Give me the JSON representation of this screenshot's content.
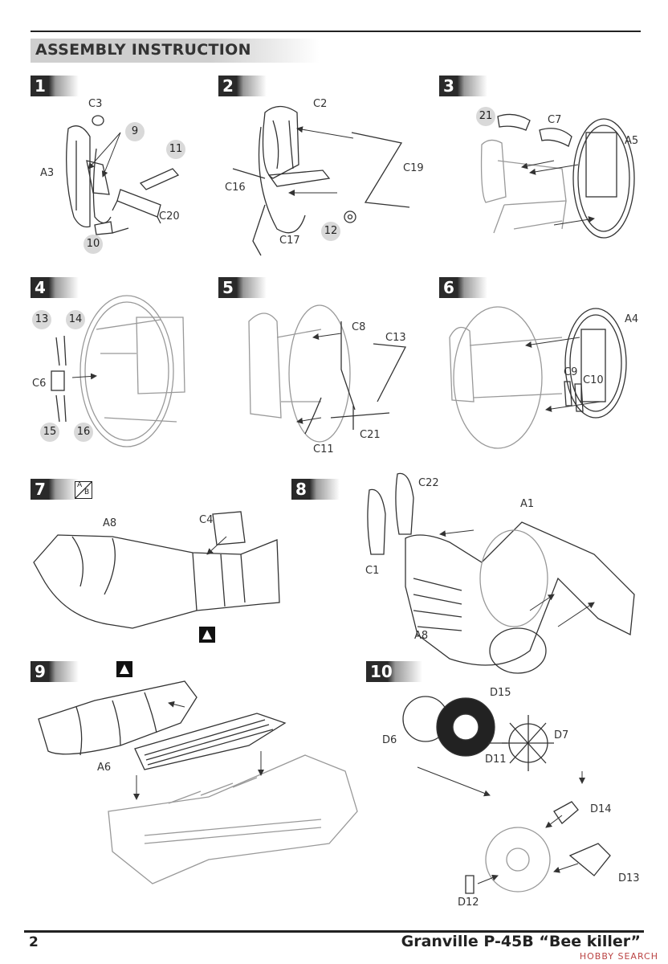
{
  "header": {
    "title": "ASSEMBLY INSTRUCTION"
  },
  "steps": [
    {
      "num": "1"
    },
    {
      "num": "2"
    },
    {
      "num": "3"
    },
    {
      "num": "4"
    },
    {
      "num": "5"
    },
    {
      "num": "6"
    },
    {
      "num": "7"
    },
    {
      "num": "8"
    },
    {
      "num": "9"
    },
    {
      "num": "10"
    }
  ],
  "labels": {
    "s1": {
      "c3": "C3",
      "a3": "A3",
      "c20": "C20",
      "n9": "9",
      "n11": "11",
      "n10": "10"
    },
    "s2": {
      "c2": "C2",
      "c16": "C16",
      "c17": "C17",
      "c19": "C19",
      "n12": "12"
    },
    "s3": {
      "n21": "21",
      "c7": "C7",
      "a5": "A5"
    },
    "s4": {
      "n13": "13",
      "n14": "14",
      "c6": "C6",
      "n15": "15",
      "n16": "16"
    },
    "s5": {
      "c8": "C8",
      "c13": "C13",
      "c21": "C21",
      "c11": "C11"
    },
    "s6": {
      "a4": "A4",
      "c9": "C9",
      "c10": "C10"
    },
    "s7": {
      "a8": "A8",
      "c4": "C4",
      "ab_a": "A",
      "ab_b": "B"
    },
    "s8": {
      "c22": "C22",
      "a1": "A1",
      "c1": "C1",
      "a8": "A8"
    },
    "s9": {
      "a6": "A6"
    },
    "s10": {
      "d15": "D15",
      "d6": "D6",
      "d7": "D7",
      "d11": "D11",
      "d14": "D14",
      "d13": "D13",
      "d12": "D12"
    }
  },
  "footer": {
    "page": "2",
    "title": "Granville P-45B “Bee killer”",
    "watermark": "HOBBY SEARCH"
  }
}
